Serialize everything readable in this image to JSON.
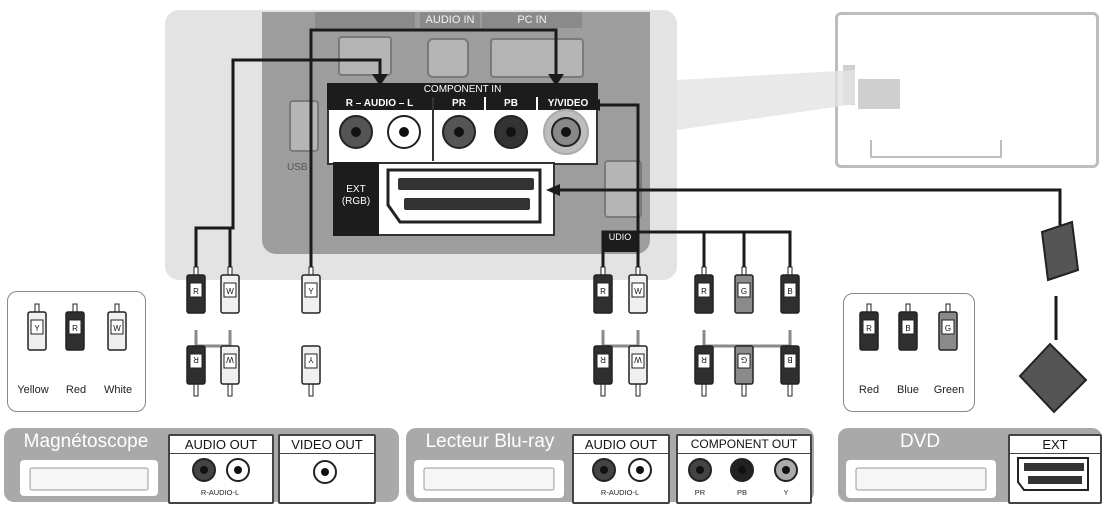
{
  "tv_panel": {
    "top_labels": [
      "AUDIO IN",
      "PC IN"
    ],
    "component_in_label": "COMPONENT IN",
    "audio_label": "R – AUDIO – L",
    "pr_label": "PR",
    "pb_label": "PB",
    "y_video_label": "Y/VIDEO",
    "ext_label": "EXT (RGB)",
    "usb_label": "USB",
    "audio_side_label": "UDIO"
  },
  "legend_left": {
    "labels": [
      "Yellow",
      "Red",
      "White"
    ],
    "plug_letters": [
      "Y",
      "R",
      "W"
    ]
  },
  "legend_right": {
    "labels": [
      "Red",
      "Blue",
      "Green"
    ],
    "plug_letters": [
      "R",
      "B",
      "G"
    ]
  },
  "plug_letters": {
    "vcr_top": [
      "R",
      "W",
      "Y"
    ],
    "bluray_top": [
      "R",
      "W",
      "R",
      "G",
      "B"
    ],
    "vcr_bottom": [
      "R",
      "W",
      "Y"
    ],
    "bluray_bottom": [
      "R",
      "W",
      "R",
      "G",
      "B"
    ]
  },
  "devices": {
    "vcr": {
      "name": "Magnétoscope",
      "audio_out": "AUDIO OUT",
      "audio_sub": "R-AUDIO-L",
      "video_out": "VIDEO OUT"
    },
    "bluray": {
      "name": "Lecteur Blu-ray",
      "audio_out": "AUDIO OUT",
      "audio_sub": "R-AUDIO-L",
      "component_out": "COMPONENT OUT",
      "component_jacks": [
        "PR",
        "PB",
        "Y"
      ]
    },
    "dvd": {
      "name": "DVD",
      "ext": "EXT"
    }
  },
  "colors": {
    "plug_dark": "#2f2f2f",
    "plug_mid": "#8a8a8a",
    "plug_light": "#f0f0f0",
    "cable": "#1a1a1a",
    "bar_gray": "#a9a9a9"
  }
}
